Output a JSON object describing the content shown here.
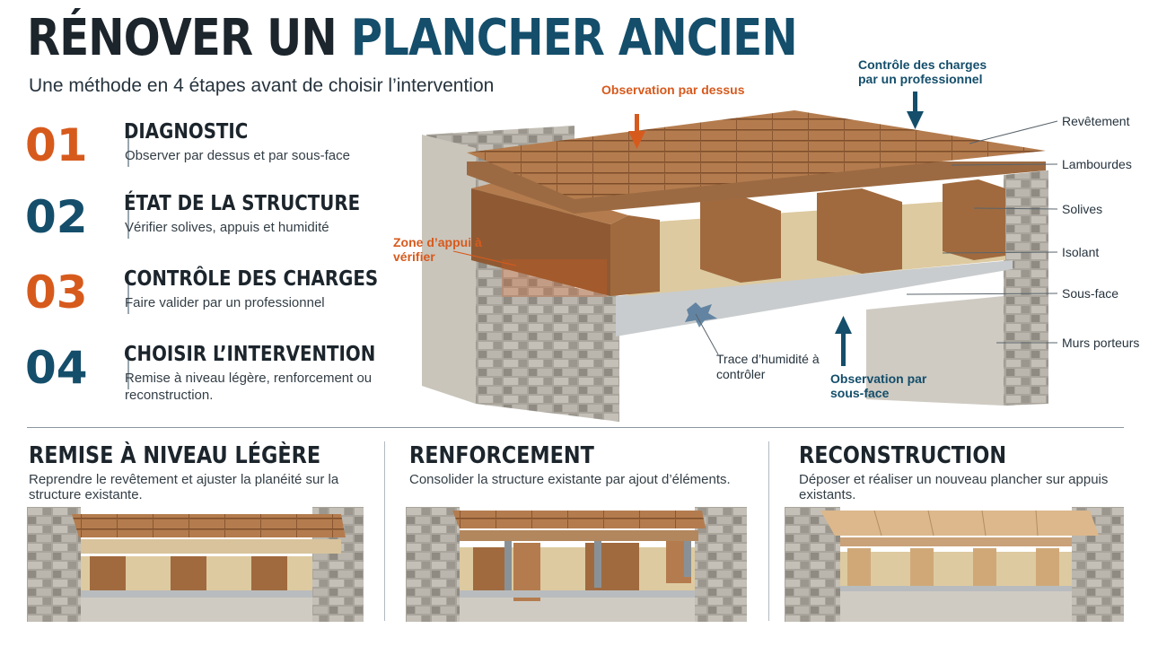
{
  "header": {
    "title_part1": "RÉNOVER UN",
    "title_part2": "PLANCHER ANCIEN",
    "subtitle": "Une méthode en 4 étapes avant de choisir l’intervention"
  },
  "steps": [
    {
      "number": "01",
      "title": "DIAGNOSTIC",
      "description": "Observer par dessus et par sous-face"
    },
    {
      "number": "02",
      "title": "ÉTAT DE LA STRUCTURE",
      "description": "Vérifier solives, appuis et humidité"
    },
    {
      "number": "03",
      "title": "CONTRÔLE DES CHARGES",
      "description": "Faire valider par un professionnel"
    },
    {
      "number": "04",
      "title": "CHOISIR L’INTERVENTION",
      "description": "Remise à niveau légère, renforcement ou reconstruction."
    }
  ],
  "diagram": {
    "callouts": {
      "top_observation": "Observation par dessus",
      "load_check": "Contrôle des charges par un professionnel",
      "support_zone": "Zone d’appui à vérifier",
      "moisture": "Trace d’humidité à contrôler",
      "bottom_observation": "Observation par sous-face"
    },
    "layers": [
      "Revêtement",
      "Lambourdes",
      "Solives",
      "Isolant",
      "Sous-face",
      "Murs porteurs"
    ]
  },
  "options": [
    {
      "title": "REMISE À NIVEAU LÉGÈRE",
      "description": "Reprendre le revêtement et ajuster la planéité sur la structure existante."
    },
    {
      "title": "RENFORCEMENT",
      "description": "Consolider la structure existante par ajout d’éléments."
    },
    {
      "title": "RECONSTRUCTION",
      "description": "Déposer et réaliser un nouveau plancher sur appuis existants."
    }
  ],
  "colors": {
    "orange": "#d75a1d",
    "blue": "#144e6b",
    "dark": "#1c252c",
    "wood_top": "#b47c4e",
    "wood_side": "#8f5a33",
    "stone": "#b8b4ab",
    "insulation": "#ddcaa0"
  }
}
